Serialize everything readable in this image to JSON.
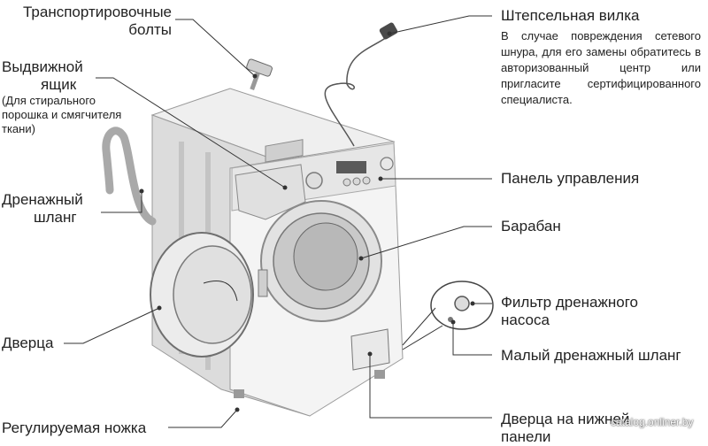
{
  "labels": {
    "transport_bolts": [
      "Транспортировочные",
      "болты"
    ],
    "drawer": [
      "Выдвижной",
      "ящик"
    ],
    "drawer_note": [
      "(Для стирального",
      "порошка и смягчителя",
      "ткани)"
    ],
    "drain_hose": [
      "Дренажный",
      "шланг"
    ],
    "door": "Дверца",
    "adjustable_foot": "Регулируемая ножка",
    "plug": "Штепсельная вилка",
    "plug_note": "В случае повреждения сетевого шнура, для его замены обратитесь в авторизованный центр или пригласите сертифицированного специалиста.",
    "control_panel": "Панель управления",
    "drum": "Барабан",
    "pump_filter": [
      "Фильтр дренажного",
      "насоса"
    ],
    "small_drain_hose": "Малый дренажный шланг",
    "lower_door": [
      "Дверца на нижней",
      "панели"
    ]
  },
  "watermark": "catalog.onliner.by",
  "colors": {
    "line": "#333333",
    "body_light": "#f2f2f2",
    "body_mid": "#d9d9d9",
    "body_dark": "#b5b5b5"
  }
}
